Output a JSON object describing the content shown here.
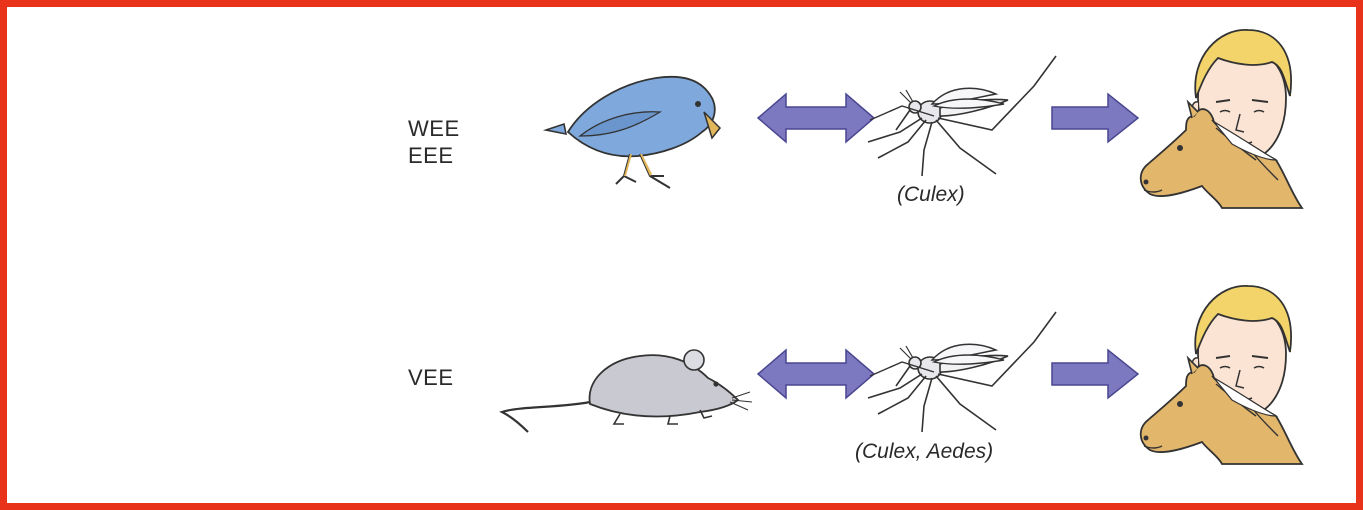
{
  "rows": [
    {
      "labels": [
        "WEE",
        "EEE"
      ],
      "reservoir_icon": "bird-icon",
      "vector_icon": "mosquito-icon",
      "vector_caption": "(Culex)",
      "hosts_icon": "human-and-horse-icon"
    },
    {
      "labels": [
        "VEE"
      ],
      "reservoir_icon": "rodent-icon",
      "vector_icon": "mosquito-icon",
      "vector_caption": "(Culex, Aedes)",
      "hosts_icon": "human-and-horse-icon"
    }
  ],
  "colors": {
    "border": "#e8321a",
    "arrow": "#7d79c0",
    "bird": "#7fa9dc",
    "rodent": "#c9c9d1",
    "horse": "#e2b66b",
    "hair": "#f2d46a",
    "skin": "#fbe4d3"
  }
}
